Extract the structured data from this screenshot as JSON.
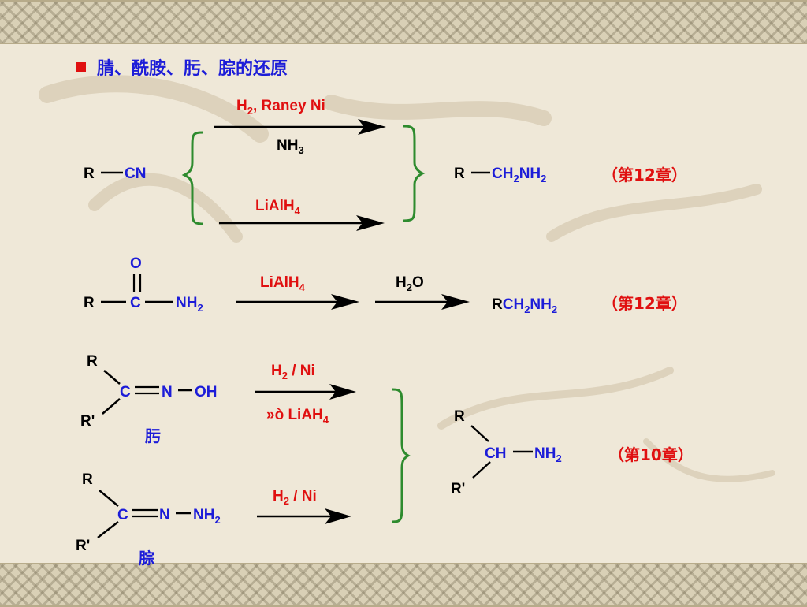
{
  "title": {
    "bullet": "■",
    "text": "腈、酰胺、肟、腙的还原"
  },
  "colors": {
    "black": "#000000",
    "blue": "#1c1cd8",
    "red": "#e01010",
    "bracket": "#2e8b2e",
    "bullet": "#e01010"
  },
  "row1": {
    "reactant": {
      "r": "R",
      "group": "CN"
    },
    "upper": {
      "h2": "H",
      "h2_sub": "2",
      "rest": ", Raney Ni",
      "below_main": "NH",
      "below_sub": "3"
    },
    "lower": {
      "main": "LiAlH",
      "sub": "4"
    },
    "product": {
      "r": "R",
      "a": "CH",
      "a_sub": "2",
      "b": "NH",
      "b_sub": "2"
    },
    "chapter": "（第12章）"
  },
  "row2": {
    "reactant": {
      "o": "O",
      "r": "R",
      "c": "C",
      "n": "NH",
      "n_sub": "2"
    },
    "reagent1": {
      "main": "LiAlH",
      "sub": "4"
    },
    "reagent2": {
      "main": "H",
      "sub": "2",
      "tail": "O"
    },
    "product": {
      "r": "R",
      "a": "CH",
      "a_sub": "2",
      "b": "NH",
      "b_sub": "2"
    },
    "chapter": "（第12章）"
  },
  "row3": {
    "oxime": {
      "r": "R",
      "r2": "R'",
      "c": "C",
      "n": "N",
      "oh": "OH",
      "name": "肟"
    },
    "hydrazone": {
      "r": "R",
      "r2": "R'",
      "c": "C",
      "n": "N",
      "nh": "NH",
      "nh_sub": "2",
      "name": "腙"
    },
    "reagent_upper": {
      "h": "H",
      "h_sub": "2",
      "rest": " / Ni"
    },
    "reagent_below": {
      "main": "»ò LiAH",
      "sub": "4"
    },
    "reagent_lower": {
      "h": "H",
      "h_sub": "2",
      "rest": " / Ni"
    },
    "product": {
      "r": "R",
      "ch": "CH",
      "nh": "NH",
      "nh_sub": "2",
      "r2": "R'"
    },
    "chapter": "（第10章）"
  }
}
